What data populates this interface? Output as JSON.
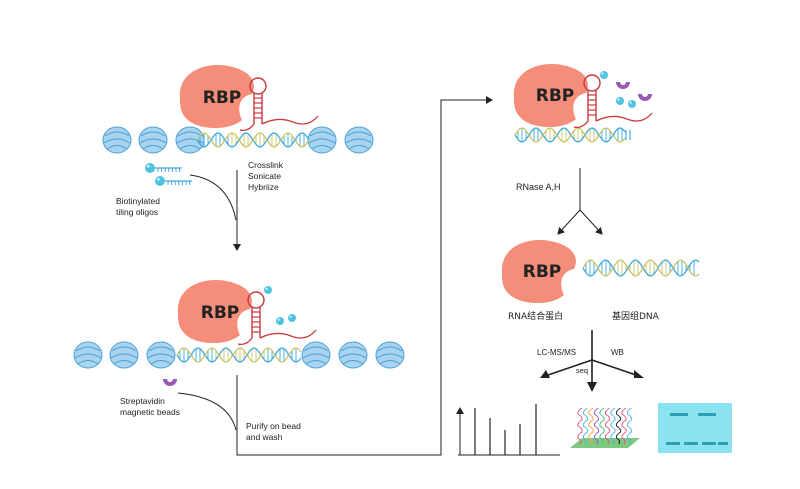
{
  "rbp_label": "RBP",
  "labels": {
    "crosslink": "Crosslink",
    "sonicate": "Sonicate",
    "hybridize": "Hybriize",
    "biotin_line1": "Biotinylated",
    "biotin_line2": "tiling oligos",
    "strep_line1": "Streptavidin",
    "strep_line2": "magnetic beads",
    "purify_line1": "Purify on bead",
    "purify_line2": "and wash",
    "rnase": "RNase A,H",
    "rna_binding_protein": "RNA结合蛋白",
    "genomic_dna": "基因组DNA",
    "lcms": "LC-MS/MS",
    "wb": "WB",
    "seq": "seq"
  },
  "colors": {
    "rbp": "#f48d79",
    "nucleosome": "#a8d4ef",
    "nucleosome_edge": "#4a9fd6",
    "dna_blue": "#3fa9dd",
    "dna_yellow": "#c9c567",
    "rna": "#c9393f",
    "bead_cyan": "#4ec3e0",
    "bead_purple": "#9b59b6",
    "arrow": "#222222",
    "seq_plate": "#7dc97f",
    "wb_box": "#8be3ef",
    "wb_band": "#2d9fb5"
  },
  "icons": {
    "nucleosome": "nucleosome-icon",
    "bead": "biotin-bead-icon",
    "strep": "streptavidin-bead-icon",
    "mass_spec": "mass-spectrum-icon",
    "seq": "sequencing-reads-icon",
    "blot": "western-blot-icon"
  }
}
